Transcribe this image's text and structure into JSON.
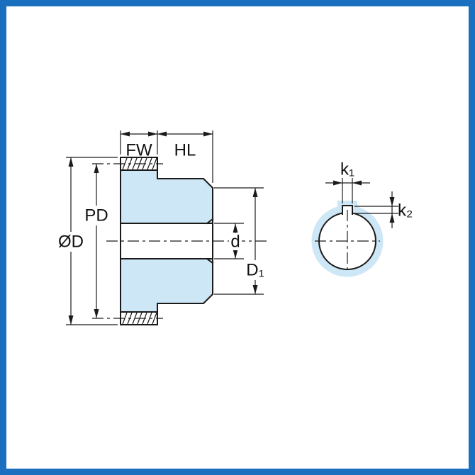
{
  "colors": {
    "frame": "#1a6fbe",
    "fill": "#cde7f6",
    "line": "#1a1a1a"
  },
  "labels": {
    "face_width": "FW",
    "hub_length": "HL",
    "pitch_diameter": "PD",
    "outside_diameter": "ØD",
    "bore_diameter": "d",
    "hub_diameter": "D₁",
    "keyway_width": "k₁",
    "keyway_depth": "k₂"
  }
}
